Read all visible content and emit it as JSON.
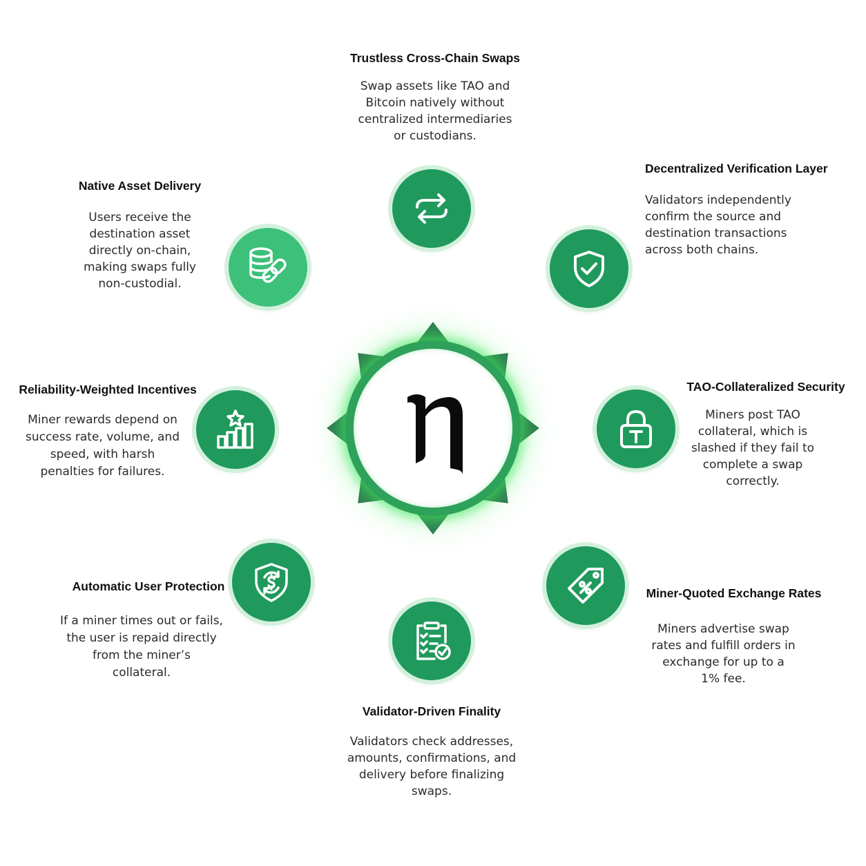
{
  "hub": {
    "logo_glyph": "η",
    "colors": {
      "ring": "#2ea15a",
      "glow": "#4ee66a",
      "logo": "#0b0b0b"
    }
  },
  "colors": {
    "arrow": "#2c7a4f",
    "node_dark": "#1f9a5c",
    "node_light": "#3cc07a",
    "node_ring": "#d3f0dd",
    "icon_stroke": "#ffffff"
  },
  "features": [
    {
      "key": "trustless",
      "title": "Trustless Cross-Chain Swaps",
      "icon": "swap-arrows-icon",
      "lines": [
        "Swap assets like TAO and",
        "Bitcoin natively without",
        "centralized intermediaries",
        "or custodians."
      ]
    },
    {
      "key": "verification",
      "title": "Decentralized Verification Layer",
      "icon": "shield-check-icon",
      "lines": [
        "Validators independently",
        "confirm the source and",
        "destination transactions",
        "across both chains."
      ]
    },
    {
      "key": "collateral",
      "title": "TAO-Collateralized Security",
      "icon": "padlock-t-icon",
      "lines": [
        "Miners post TAO",
        "collateral, which is",
        "slashed if they fail to",
        "complete a swap",
        "correctly."
      ]
    },
    {
      "key": "rates",
      "title": "Miner-Quoted Exchange Rates",
      "icon": "percent-tag-icon",
      "lines": [
        "Miners advertise swap",
        "rates and fulfill orders in",
        "exchange for up to a",
        "1% fee."
      ]
    },
    {
      "key": "finality",
      "title": "Validator-Driven Finality",
      "icon": "clipboard-check-icon",
      "lines": [
        "Validators check addresses,",
        "amounts, confirmations, and",
        "delivery before finalizing",
        "swaps."
      ]
    },
    {
      "key": "protection",
      "title": "Automatic User Protection",
      "icon": "shield-dollar-icon",
      "lines": [
        "If a miner times out or fails,",
        "the user is repaid directly",
        "from the miner’s",
        "collateral."
      ]
    },
    {
      "key": "incentives",
      "title": "Reliability-Weighted Incentives",
      "icon": "bar-chart-star-icon",
      "lines": [
        "Miner rewards depend on",
        "success rate, volume, and",
        "speed, with harsh",
        "penalties for failures."
      ]
    },
    {
      "key": "delivery",
      "title": "Native Asset Delivery",
      "icon": "coins-chain-icon",
      "lines": [
        "Users receive the",
        "destination asset",
        "directly on-chain,",
        "making swaps fully",
        "non-custodial."
      ]
    }
  ]
}
